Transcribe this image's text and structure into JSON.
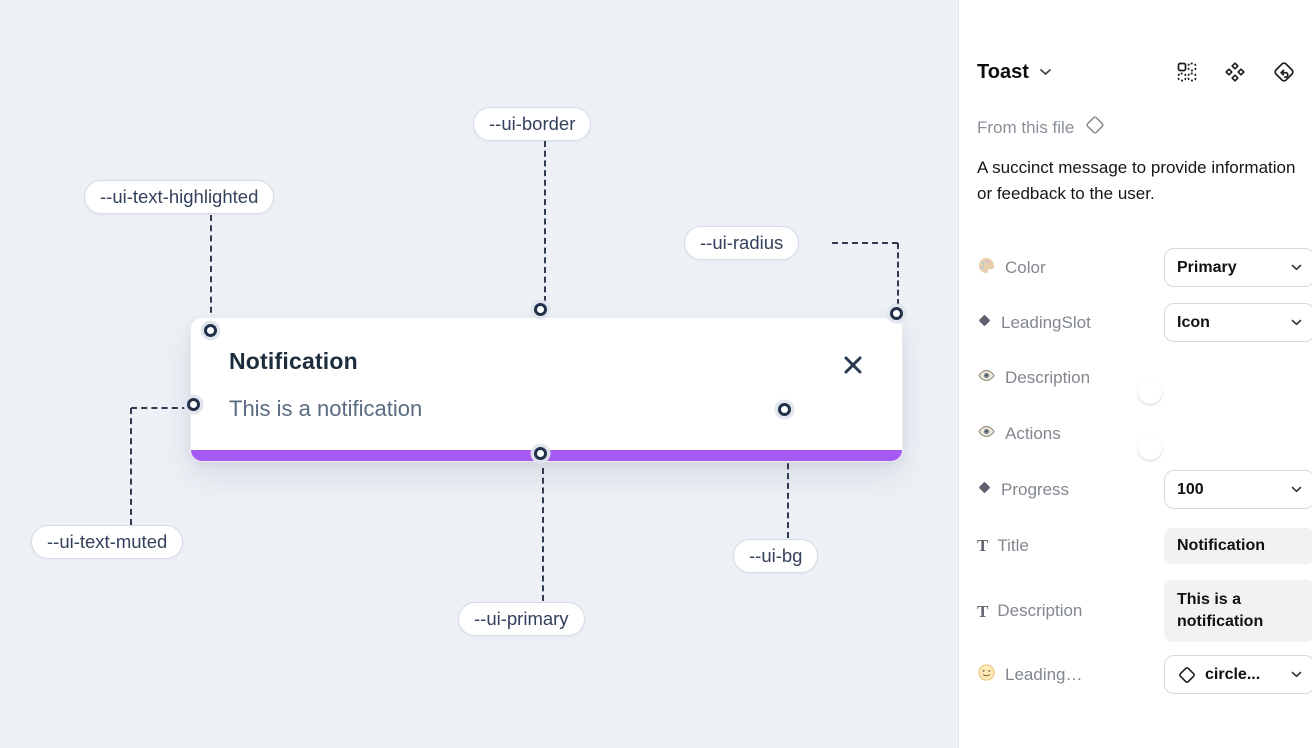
{
  "colors": {
    "canvas_bg": "#edf1f6",
    "primary_purple": "#a55af4",
    "toggle_blue": "#1c9af5",
    "annotation_navy": "#2f3b52"
  },
  "canvas": {
    "toast": {
      "title": "Notification",
      "description": "This is a notification"
    },
    "labels": {
      "border": "--ui-border",
      "text_highlighted": "--ui-text-highlighted",
      "radius": "--ui-radius",
      "text_muted": "--ui-text-muted",
      "primary": "--ui-primary",
      "bg": "--ui-bg"
    }
  },
  "panel": {
    "title": "Toast",
    "source": "From this file",
    "description": "A succinct message to provide information or feedback to the user.",
    "props": [
      {
        "label": "Color",
        "type": "select",
        "value": "Primary"
      },
      {
        "label": "LeadingSlot",
        "type": "select",
        "value": "Icon"
      },
      {
        "label": "Description",
        "type": "toggle",
        "value": "on"
      },
      {
        "label": "Actions",
        "type": "toggle",
        "value": "on"
      },
      {
        "label": "Progress",
        "type": "select",
        "value": "100"
      },
      {
        "label": "Title",
        "type": "text",
        "value": "Notification"
      },
      {
        "label": "Description",
        "type": "text",
        "value": "This is a notification"
      },
      {
        "label": "LeadingIcon...",
        "type": "select",
        "value": "circle..."
      }
    ]
  }
}
